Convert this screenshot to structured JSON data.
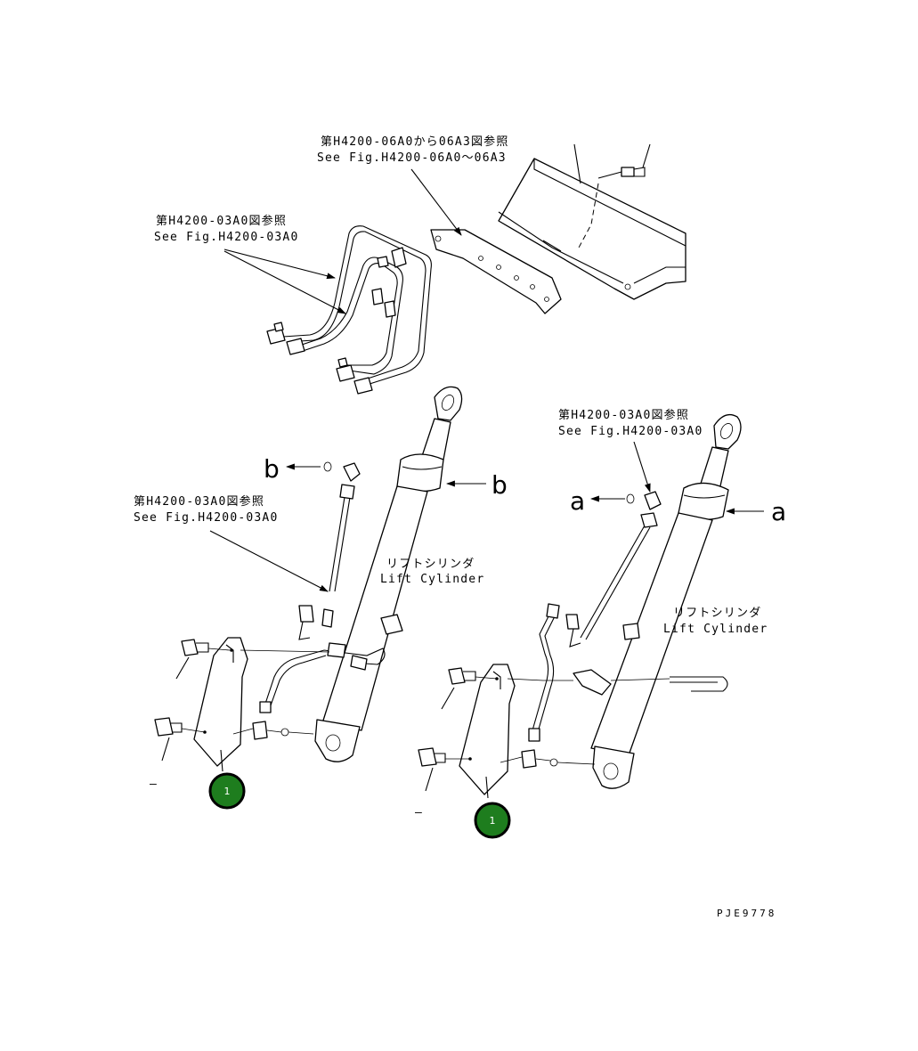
{
  "references": {
    "ref_06a": {
      "jp": "第H4200-06A0から06A3図参照",
      "en": "See Fig.H4200-06A0～06A3"
    },
    "ref_03a_top": {
      "jp": "第H4200-03A0図参照",
      "en": "See Fig.H4200-03A0"
    },
    "ref_03a_left": {
      "jp": "第H4200-03A0図参照",
      "en": "See Fig.H4200-03A0"
    },
    "ref_03a_right": {
      "jp": "第H4200-03A0図参照",
      "en": "See Fig.H4200-03A0"
    }
  },
  "cylinders": {
    "left": {
      "jp": "リフトシリンダ",
      "en": "Lift Cylinder"
    },
    "right": {
      "jp": "リフトシリンダ",
      "en": "Lift Cylinder"
    }
  },
  "connection_letters": {
    "b_left": "b",
    "b_right": "b",
    "a_left": "a",
    "a_right": "a"
  },
  "dash_marks": {
    "left": "–",
    "right": "–"
  },
  "badges": {
    "left": {
      "number": "1",
      "color": "#1e7d1e"
    },
    "right": {
      "number": "1",
      "color": "#1e7d1e"
    }
  },
  "drawing_code": "PJE9778"
}
